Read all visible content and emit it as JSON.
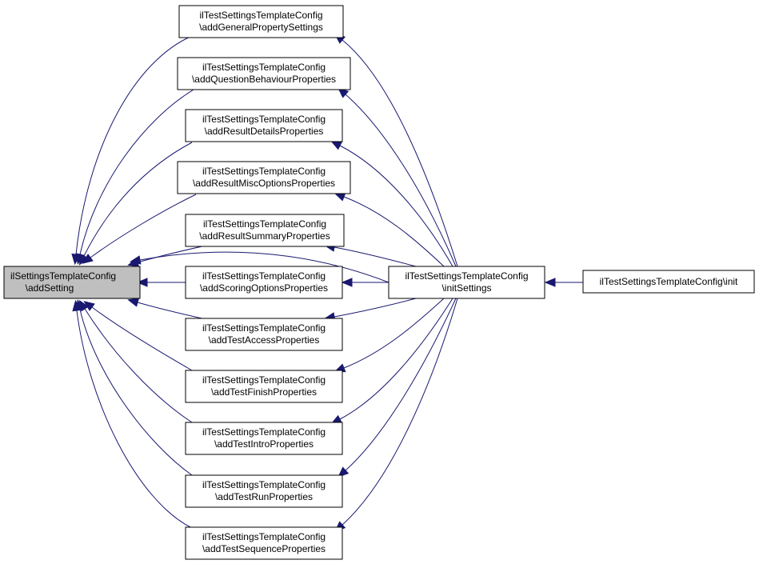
{
  "diagram": {
    "nodes": [
      {
        "id": "addSetting",
        "line1": "ilSettingsTemplateConfig",
        "line2": "\\addSetting",
        "highlight": true
      },
      {
        "id": "gen",
        "line1": "ilTestSettingsTemplateConfig",
        "line2": "\\addGeneralPropertySettings"
      },
      {
        "id": "qb",
        "line1": "ilTestSettingsTemplateConfig",
        "line2": "\\addQuestionBehaviourProperties"
      },
      {
        "id": "rd",
        "line1": "ilTestSettingsTemplateConfig",
        "line2": "\\addResultDetailsProperties"
      },
      {
        "id": "rm",
        "line1": "ilTestSettingsTemplateConfig",
        "line2": "\\addResultMiscOptionsProperties"
      },
      {
        "id": "rs",
        "line1": "ilTestSettingsTemplateConfig",
        "line2": "\\addResultSummaryProperties"
      },
      {
        "id": "so",
        "line1": "ilTestSettingsTemplateConfig",
        "line2": "\\addScoringOptionsProperties"
      },
      {
        "id": "ta",
        "line1": "ilTestSettingsTemplateConfig",
        "line2": "\\addTestAccessProperties"
      },
      {
        "id": "tf",
        "line1": "ilTestSettingsTemplateConfig",
        "line2": "\\addTestFinishProperties"
      },
      {
        "id": "ti",
        "line1": "ilTestSettingsTemplateConfig",
        "line2": "\\addTestIntroProperties"
      },
      {
        "id": "tr",
        "line1": "ilTestSettingsTemplateConfig",
        "line2": "\\addTestRunProperties"
      },
      {
        "id": "ts",
        "line1": "ilTestSettingsTemplateConfig",
        "line2": "\\addTestSequenceProperties"
      },
      {
        "id": "initSettings",
        "line1": "ilTestSettingsTemplateConfig",
        "line2": "\\initSettings"
      },
      {
        "id": "init",
        "line1": "ilTestSettingsTemplateConfig\\init",
        "line2": ""
      }
    ],
    "edges": [
      {
        "from": "gen",
        "to": "addSetting"
      },
      {
        "from": "qb",
        "to": "addSetting"
      },
      {
        "from": "rd",
        "to": "addSetting"
      },
      {
        "from": "rm",
        "to": "addSetting"
      },
      {
        "from": "rs",
        "to": "addSetting"
      },
      {
        "from": "so",
        "to": "addSetting"
      },
      {
        "from": "ta",
        "to": "addSetting"
      },
      {
        "from": "tf",
        "to": "addSetting"
      },
      {
        "from": "ti",
        "to": "addSetting"
      },
      {
        "from": "tr",
        "to": "addSetting"
      },
      {
        "from": "ts",
        "to": "addSetting"
      },
      {
        "from": "initSettings",
        "to": "addSetting"
      },
      {
        "from": "initSettings",
        "to": "gen"
      },
      {
        "from": "initSettings",
        "to": "qb"
      },
      {
        "from": "initSettings",
        "to": "rd"
      },
      {
        "from": "initSettings",
        "to": "rm"
      },
      {
        "from": "initSettings",
        "to": "rs"
      },
      {
        "from": "initSettings",
        "to": "so"
      },
      {
        "from": "initSettings",
        "to": "ta"
      },
      {
        "from": "initSettings",
        "to": "tf"
      },
      {
        "from": "initSettings",
        "to": "ti"
      },
      {
        "from": "initSettings",
        "to": "tr"
      },
      {
        "from": "initSettings",
        "to": "ts"
      },
      {
        "from": "init",
        "to": "initSettings"
      }
    ],
    "colors": {
      "edge": "#191970",
      "highlight_fill": "#bfbfbf"
    }
  }
}
